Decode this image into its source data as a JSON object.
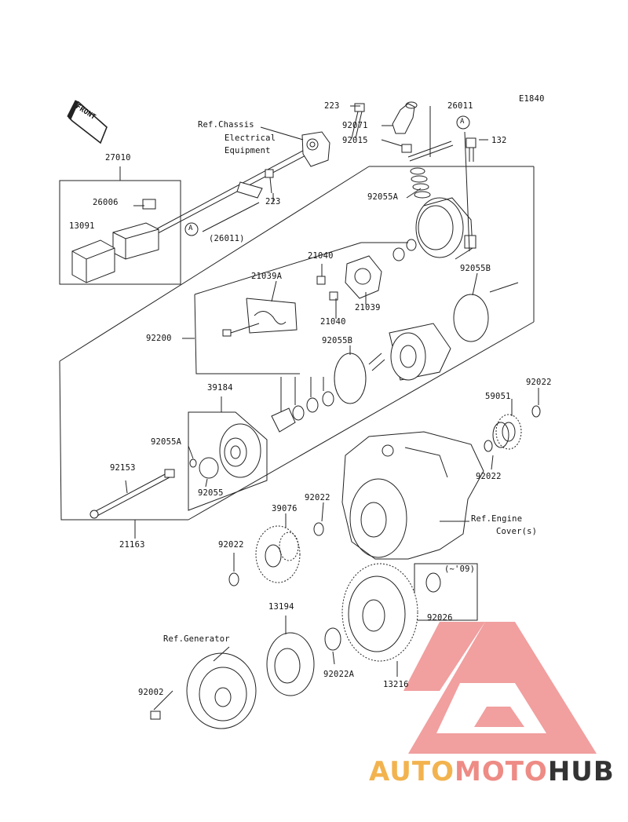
{
  "diagram": {
    "code": "E1840",
    "front_label": "FRONT",
    "callout": "A",
    "references": {
      "chassis_line1": "Ref.Chassis",
      "chassis_line2": "Electrical",
      "chassis_line3": "Equipment",
      "engine_line1": "Ref.Engine",
      "engine_line2": "Cover(s)",
      "generator": "Ref.Generator",
      "note_09": "(~'09)"
    },
    "parts": {
      "p223a": "223",
      "p26011": "26011",
      "p92071": "92071",
      "p92015": "92015",
      "p132": "132",
      "p27010": "27010",
      "p26006": "26006",
      "p223b": "223",
      "p13091": "13091",
      "p26011b": "(26011)",
      "p92055A_top": "92055A",
      "p21040a": "21040",
      "p21039A": "21039A",
      "p21039": "21039",
      "p21040b": "21040",
      "p92055B_right": "92055B",
      "p92200": "92200",
      "p92055B_mid": "92055B",
      "p39184": "39184",
      "p92022a": "92022",
      "p59051": "59051",
      "p92055A_left": "92055A",
      "p92153": "92153",
      "p92022b": "92022",
      "p92055": "92055",
      "p92022c": "92022",
      "p39076": "39076",
      "p21163": "21163",
      "p92022d": "92022",
      "p92026": "92026",
      "p13194": "13194",
      "p92002": "92002",
      "p92022A": "92022A",
      "p13216": "13216"
    }
  },
  "watermark": {
    "part1": "AUTO",
    "part2": "MOTO",
    "part3": "HUB",
    "colors": {
      "auto": "#f2b34f",
      "moto": "#ee8b85",
      "hub": "#333333",
      "logo": "#ef8f8f"
    }
  }
}
